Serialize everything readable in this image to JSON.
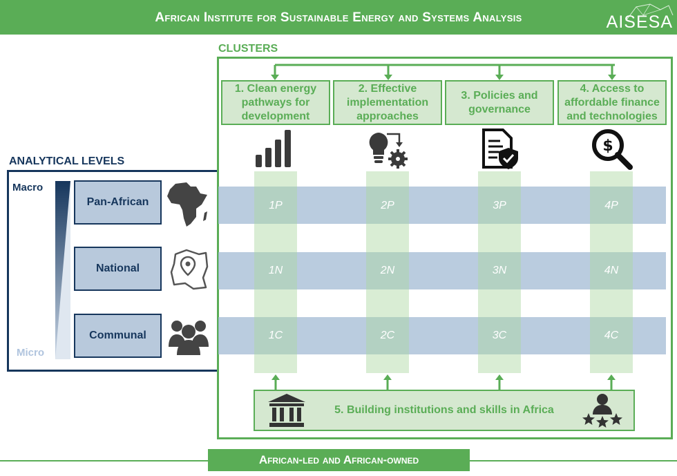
{
  "header": {
    "title": "African Institute for Sustainable Energy and Systems Analysis",
    "logo_text": "AISESA"
  },
  "clusters": {
    "label": "CLUSTERS",
    "items": [
      {
        "label": "1. Clean energy pathways for development",
        "icon": "bar-chart-icon"
      },
      {
        "label": "2. Effective implementation approaches",
        "icon": "lightbulb-gear-icon"
      },
      {
        "label": "3. Policies and governance",
        "icon": "document-shield-icon"
      },
      {
        "label": "4. Access to affordable finance and technologies",
        "icon": "dollar-magnifier-icon"
      }
    ]
  },
  "analytical_levels": {
    "label": "ANALYTICAL LEVELS",
    "macro": "Macro",
    "micro": "Micro",
    "levels": [
      {
        "label": "Pan-African",
        "icon": "africa-map-icon"
      },
      {
        "label": "National",
        "icon": "country-pin-icon"
      },
      {
        "label": "Communal",
        "icon": "people-group-icon"
      }
    ]
  },
  "matrix": {
    "rows": [
      [
        "1P",
        "2P",
        "3P",
        "4P"
      ],
      [
        "1N",
        "2N",
        "3N",
        "4N"
      ],
      [
        "1C",
        "2C",
        "3C",
        "4C"
      ]
    ]
  },
  "institutions": {
    "label": "5. Building institutions and skills in Africa",
    "icons": [
      "institution-building-icon",
      "person-stars-icon"
    ]
  },
  "footer": {
    "label": "African-led and African-owned"
  },
  "colors": {
    "green": "#5aad56",
    "light_green": "#d5e8d0",
    "navy": "#16365c",
    "blue_band": "#a0b9d2"
  }
}
